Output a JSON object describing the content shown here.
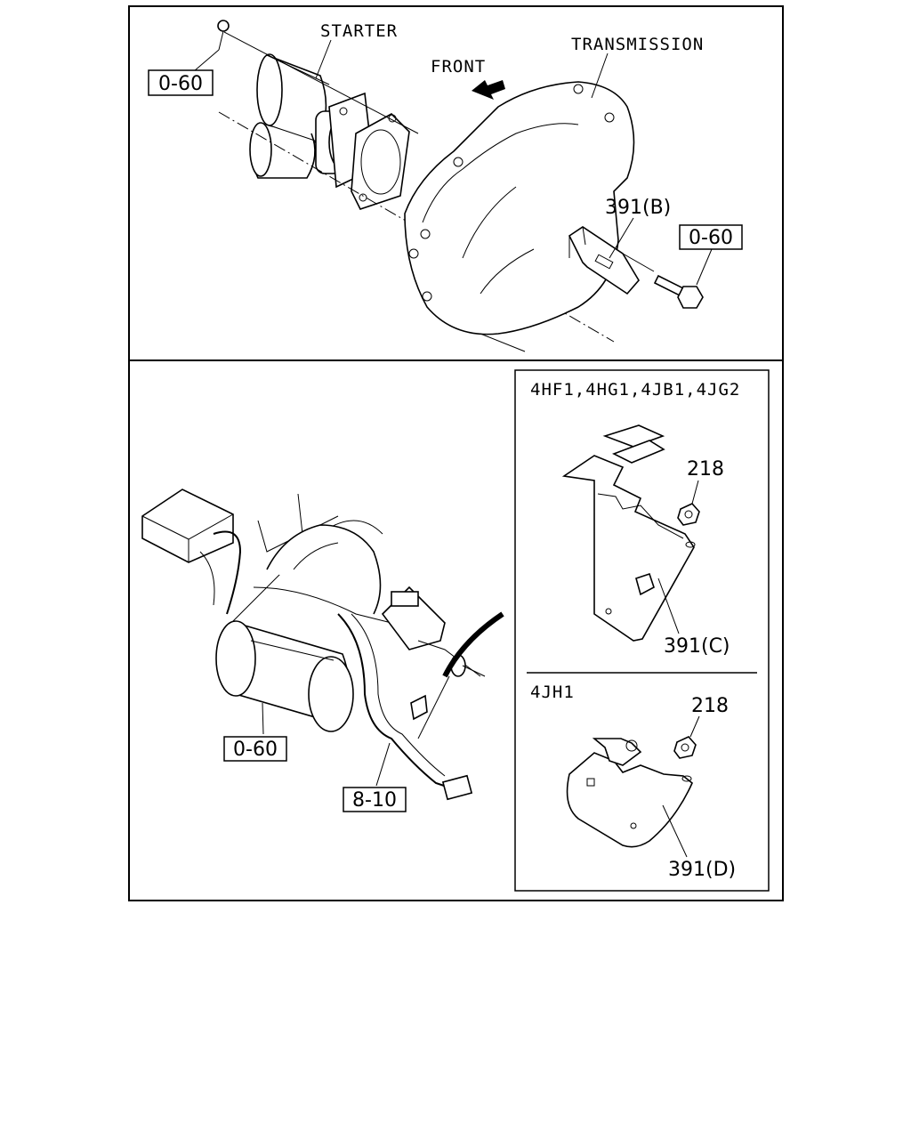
{
  "labels": {
    "starter": "STARTER",
    "front": "FRONT",
    "transmission": "TRANSMISSION",
    "ref_top_left": "0-60",
    "ref_top_right": "0-60",
    "ref_bracket_b": "391(B)",
    "ref_starter_bottom": "0-60",
    "ref_harness": "8-10",
    "variant_a_title": "4HF1,4HG1,4JB1,4JG2",
    "variant_a_nut": "218",
    "variant_a_bracket": "391(C)",
    "variant_b_title": "4JH1",
    "variant_b_nut": "218",
    "variant_b_bracket": "391(D)"
  }
}
